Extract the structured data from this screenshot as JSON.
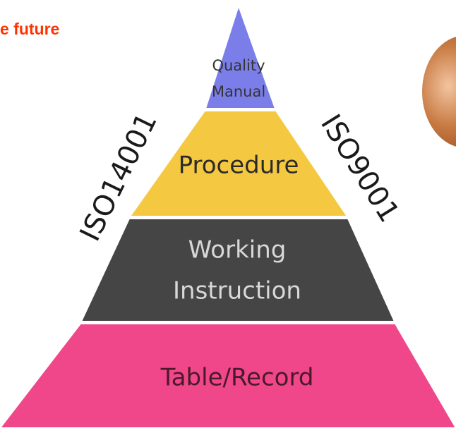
{
  "header": {
    "text": "e future"
  },
  "pyramid": {
    "tiers": [
      {
        "lines": [
          "Quality",
          "Manual"
        ],
        "color": "#7b7ee8",
        "text_color": "#333333"
      },
      {
        "lines": [
          "Procedure"
        ],
        "color": "#f5c842",
        "text_color": "#2a2a2a"
      },
      {
        "lines": [
          "Working",
          "Instruction"
        ],
        "color": "#454545",
        "text_color": "#d8d8d8"
      },
      {
        "lines": [
          "Table/Record"
        ],
        "color": "#f0468a",
        "text_color": "#4a1a2a"
      }
    ],
    "left_label": "ISO14001",
    "right_label": "ISO9001"
  },
  "decoration": {
    "color": "#b0612a"
  }
}
